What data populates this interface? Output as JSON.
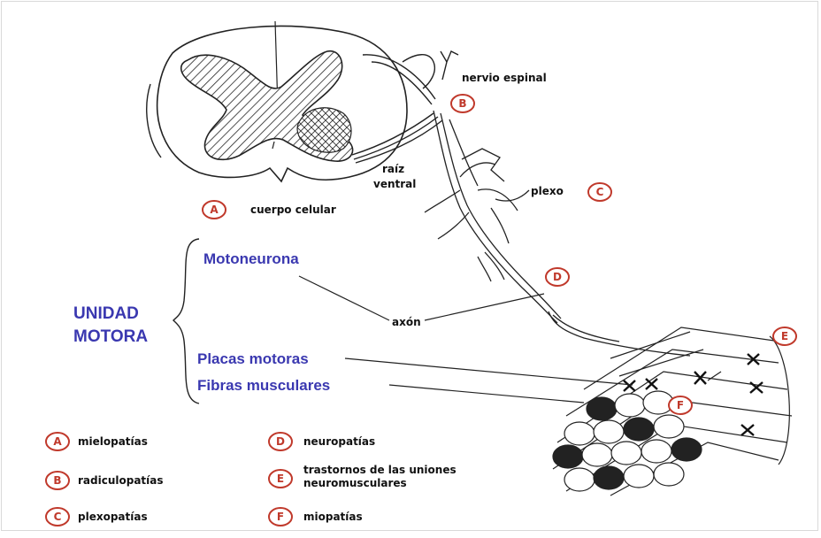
{
  "labels": {
    "nervio_espinal": "nervio espinal",
    "raiz": "raíz",
    "ventral": "ventral",
    "plexo": "plexo",
    "cuerpo_celular": "cuerpo celular",
    "axon": "axón",
    "motoneurona": "Motoneurona",
    "unidad": "UNIDAD",
    "motora": "MOTORA",
    "placas_motoras": "Placas motoras",
    "fibras_musculares": "Fibras musculares"
  },
  "markers": {
    "a": "A",
    "b": "B",
    "c": "C",
    "d": "D",
    "e": "E",
    "f": "F"
  },
  "legend": [
    {
      "letter": "A",
      "text": "mielopatías"
    },
    {
      "letter": "B",
      "text": "radiculopatías"
    },
    {
      "letter": "C",
      "text": "plexopatías"
    },
    {
      "letter": "D",
      "text": "neuropatías"
    },
    {
      "letter": "E",
      "text": "trastornos de las uniones",
      "text2": "neuromusculares"
    },
    {
      "letter": "F",
      "text": "miopatías"
    }
  ],
  "colors": {
    "blue_text": "#3a38b0",
    "marker_red": "#c0392b",
    "ink": "#111111"
  }
}
